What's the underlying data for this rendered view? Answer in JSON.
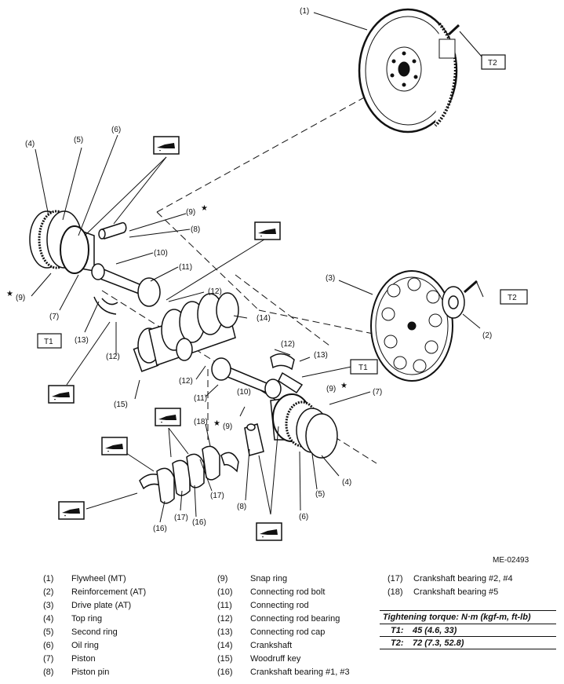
{
  "diagram": {
    "ref_code": "ME-02493",
    "callouts": {
      "c1": "(1)",
      "c2": "(2)",
      "c3": "(3)",
      "c4a": "(4)",
      "c4b": "(4)",
      "c5a": "(5)",
      "c5b": "(5)",
      "c6a": "(6)",
      "c6b": "(6)",
      "c7a": "(7)",
      "c7b": "(7)",
      "c8a": "(8)",
      "c8b": "(8)",
      "c9a": "(9)",
      "c9b": "(9)",
      "c9c": "(9)",
      "c9d": "(9)",
      "c10a": "(10)",
      "c10b": "(10)",
      "c11a": "(11)",
      "c11b": "(11)",
      "c12a": "(12)",
      "c12b": "(12)",
      "c12c": "(12)",
      "c12d": "(12)",
      "c13a": "(13)",
      "c13b": "(13)",
      "c14": "(14)",
      "c15": "(15)",
      "c16a": "(16)",
      "c16b": "(16)",
      "c17a": "(17)",
      "c17b": "(17)",
      "c18": "(18)"
    },
    "torque_tags": {
      "t2a": "T2",
      "t2b": "T2",
      "t1a": "T1",
      "t1b": "T1"
    },
    "star": "★"
  },
  "legend": {
    "col1": [
      {
        "num": "(1)",
        "label": "Flywheel (MT)"
      },
      {
        "num": "(2)",
        "label": "Reinforcement (AT)"
      },
      {
        "num": "(3)",
        "label": "Drive plate (AT)"
      },
      {
        "num": "(4)",
        "label": "Top ring"
      },
      {
        "num": "(5)",
        "label": "Second ring"
      },
      {
        "num": "(6)",
        "label": "Oil ring"
      },
      {
        "num": "(7)",
        "label": "Piston"
      },
      {
        "num": "(8)",
        "label": "Piston pin"
      }
    ],
    "col2": [
      {
        "num": "(9)",
        "label": "Snap ring"
      },
      {
        "num": "(10)",
        "label": "Connecting rod bolt"
      },
      {
        "num": "(11)",
        "label": "Connecting rod"
      },
      {
        "num": "(12)",
        "label": "Connecting rod bearing"
      },
      {
        "num": "(13)",
        "label": "Connecting rod cap"
      },
      {
        "num": "(14)",
        "label": "Crankshaft"
      },
      {
        "num": "(15)",
        "label": "Woodruff key"
      },
      {
        "num": "(16)",
        "label": "Crankshaft bearing #1, #3"
      }
    ],
    "col3": [
      {
        "num": "(17)",
        "label": "Crankshaft bearing #2, #4"
      },
      {
        "num": "(18)",
        "label": "Crankshaft bearing #5"
      }
    ]
  },
  "torque": {
    "header": "Tightening torque: N·m (kgf-m, ft-lb)",
    "rows": [
      {
        "key": "T1:",
        "value": "45 (4.6, 33)"
      },
      {
        "key": "T2:",
        "value": "72 (7.3, 52.8)"
      }
    ]
  }
}
